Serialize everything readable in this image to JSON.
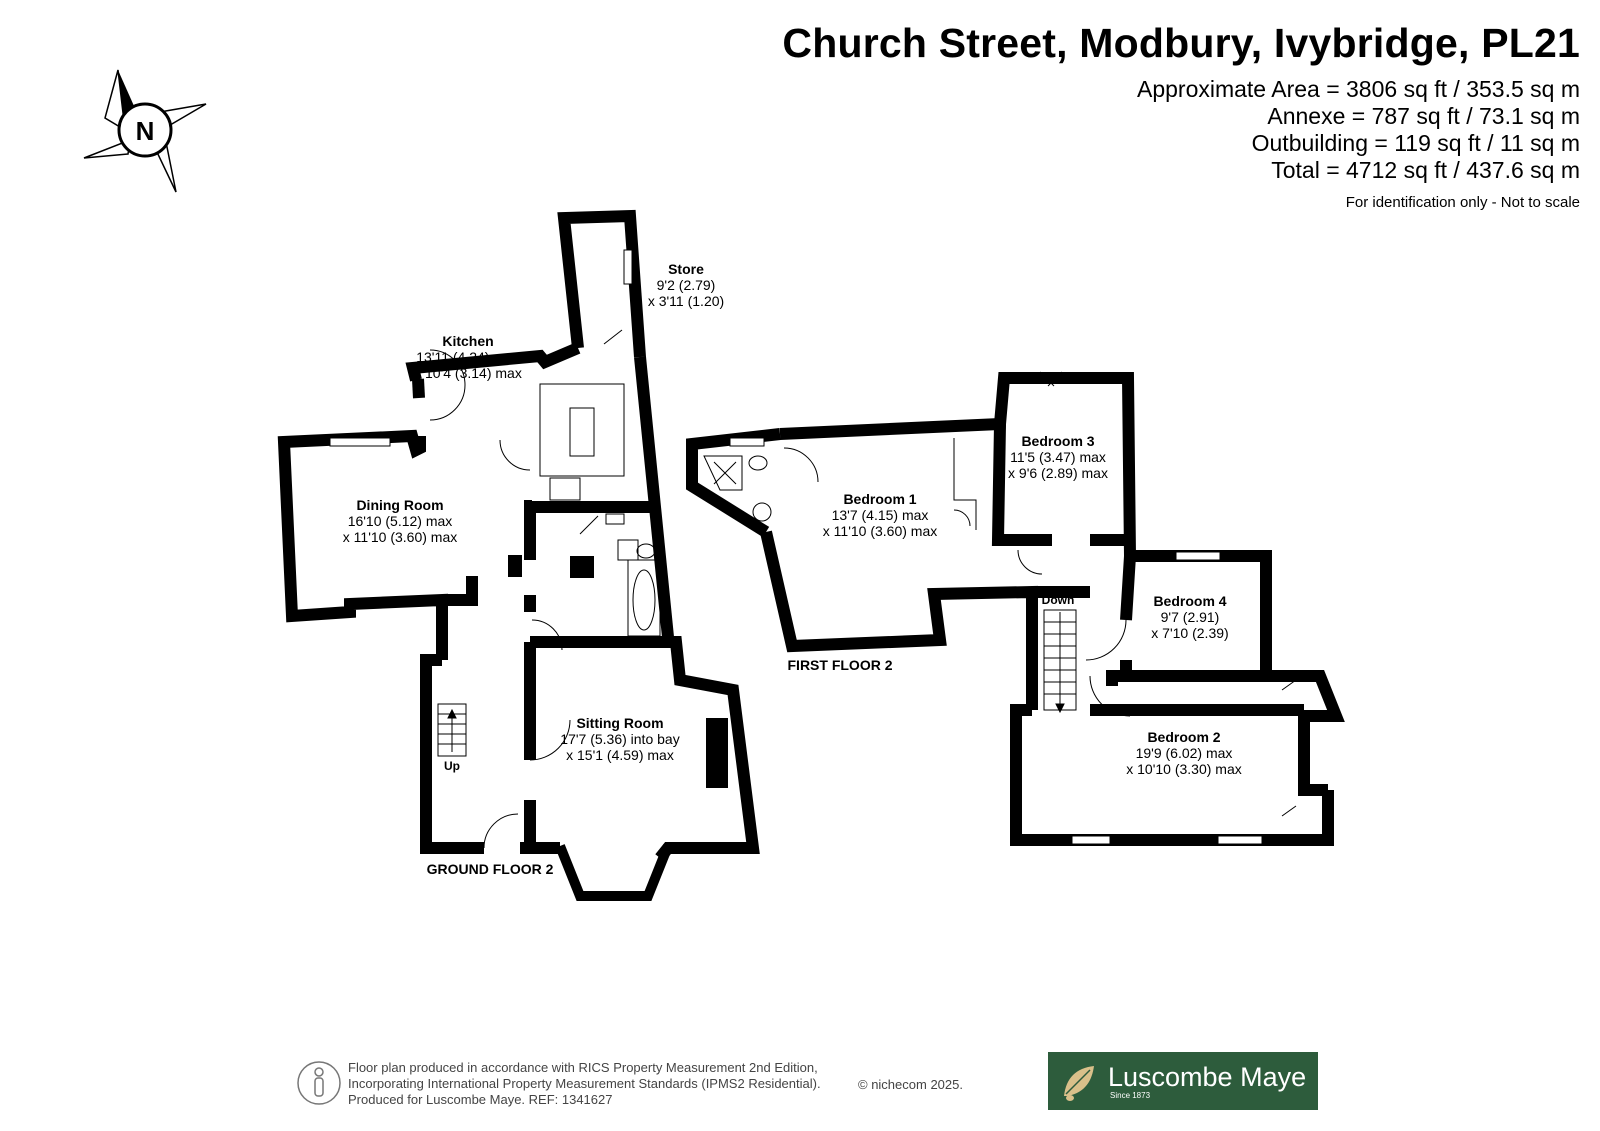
{
  "header": {
    "address": "Church Street, Modbury, Ivybridge, PL21",
    "areas": [
      "Approximate Area = 3806 sq ft / 353.5 sq m",
      "Annexe = 787 sq ft / 73.1 sq m",
      "Outbuilding = 119 sq ft / 11 sq m",
      "Total = 4712 sq ft / 437.6 sq m"
    ],
    "disclaimer": "For identification only - Not to scale"
  },
  "compass": {
    "letter": "N"
  },
  "ground_floor": {
    "label": "GROUND FLOOR 2",
    "rooms": {
      "store": {
        "name": "Store",
        "dim1": "9'2 (2.79)",
        "dim2": "x 3'11 (1.20)"
      },
      "kitchen": {
        "name": "Kitchen",
        "dim1": "13'11 (4.24) max",
        "dim2": "x 10'4 (3.14) max"
      },
      "dining": {
        "name": "Dining Room",
        "dim1": "16'10 (5.12) max",
        "dim2": "x 11'10 (3.60) max"
      },
      "sitting": {
        "name": "Sitting Room",
        "dim1": "17'7 (5.36) into bay",
        "dim2": "x 15'1 (4.59) max"
      }
    },
    "stairs_label": "Up"
  },
  "first_floor": {
    "label": "FIRST FLOOR 2",
    "rooms": {
      "bedroom1": {
        "name": "Bedroom 1",
        "dim1": "13'7 (4.15) max",
        "dim2": "x 11'10 (3.60) max"
      },
      "bedroom3": {
        "name": "Bedroom 3",
        "dim1": "11'5 (3.47) max",
        "dim2": "x 9'6 (2.89) max"
      },
      "bedroom4": {
        "name": "Bedroom 4",
        "dim1": "9'7 (2.91)",
        "dim2": "x 7'10 (2.39)"
      },
      "bedroom2": {
        "name": "Bedroom 2",
        "dim1": "19'9 (6.02) max",
        "dim2": "x 10'10 (3.30) max"
      }
    },
    "stairs_label": "Down"
  },
  "footer": {
    "lines": [
      "Floor plan produced in accordance with RICS Property Measurement 2nd Edition,",
      "Incorporating International Property Measurement Standards (IPMS2 Residential).",
      "Produced for Luscombe Maye.   REF: 1341627"
    ],
    "copyright": "© nichecom 2025.",
    "logo_name": "Luscombe Maye",
    "logo_since": "Since 1873"
  },
  "colors": {
    "wall": "#000000",
    "logo_bg": "#2d5c3c",
    "window": "#ffffff"
  }
}
